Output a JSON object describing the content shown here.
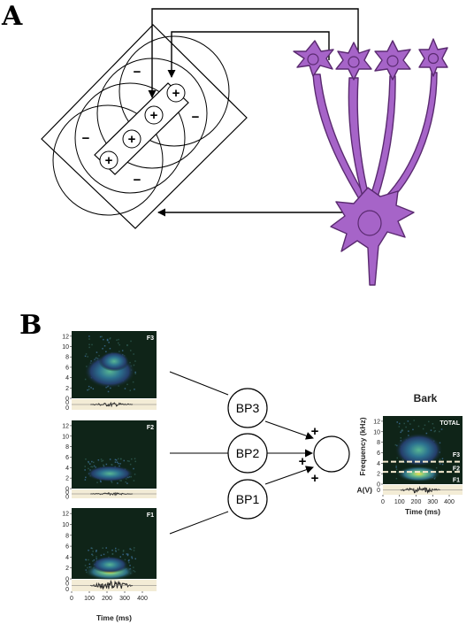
{
  "panelA": {
    "letter": "A",
    "center_signs": [
      "+",
      "+",
      "+",
      "+"
    ],
    "surround_signs": [
      "−",
      "−",
      "−",
      "−"
    ]
  },
  "panelB": {
    "letter": "B",
    "bandpass": [
      "BP3",
      "BP2",
      "BP1"
    ],
    "sum_signs": [
      "+",
      "+",
      "+"
    ],
    "output_title": "Bark",
    "spectrograms": [
      {
        "tag": "F3",
        "yticks": [
          "12",
          "10",
          "8",
          "6",
          "4",
          "2",
          "0"
        ],
        "amp_ticks": [
          "0",
          "0"
        ]
      },
      {
        "tag": "F2",
        "yticks": [
          "12",
          "10",
          "8",
          "6",
          "4",
          "2",
          "0"
        ],
        "amp_ticks": [
          "0",
          "0"
        ]
      },
      {
        "tag": "F1",
        "yticks": [
          "12",
          "10",
          "8",
          "6",
          "4",
          "2",
          "0"
        ],
        "amp_ticks": [
          "0",
          "0"
        ],
        "xticks": [
          "0",
          "100",
          "200",
          "300",
          "400"
        ],
        "xlabel": "Time (ms)"
      }
    ],
    "total": {
      "tag": "TOTAL",
      "band_tags": [
        "F3",
        "F2",
        "F1"
      ],
      "yticks": [
        "12",
        "10",
        "8",
        "6",
        "4",
        "2",
        "0"
      ],
      "amp_ticks": [
        "0"
      ],
      "ylabel": "Frequency (kHz)",
      "amp_label": "A(V)",
      "xticks": [
        "0",
        "100",
        "200",
        "300",
        "400"
      ],
      "xlabel": "Time (ms)"
    }
  },
  "colors": {
    "neuron": "#a664c8",
    "neuron_stroke": "#5a2a70",
    "spectrogram_bg": "#0f2418",
    "amp_bg": "#f3ecd6"
  }
}
